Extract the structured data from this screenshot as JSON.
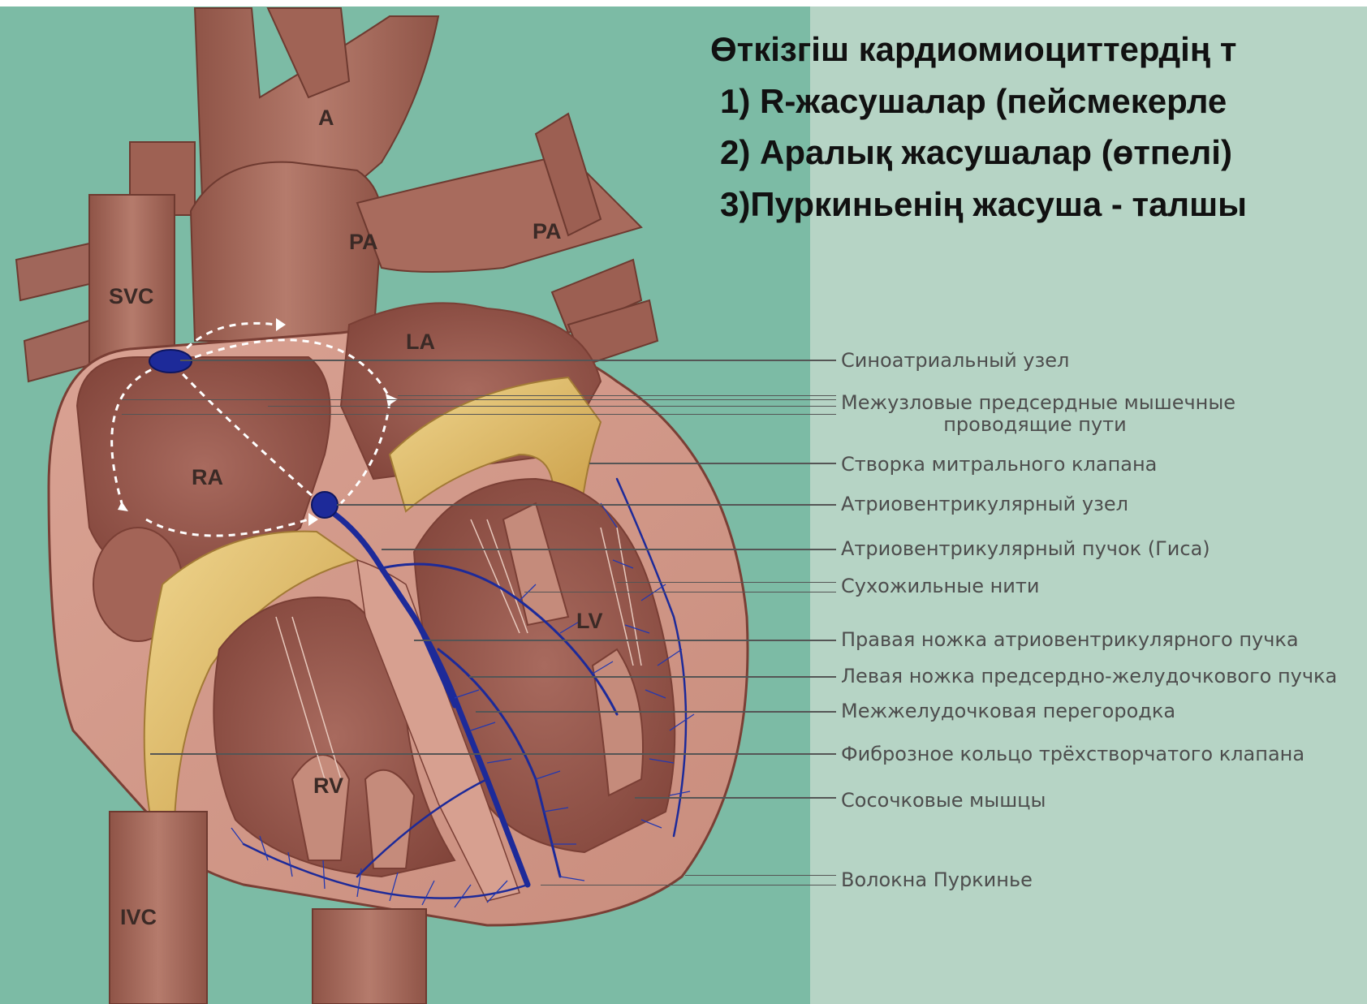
{
  "heading": {
    "line1": "Өткізгіш кардиомиоциттердің т",
    "line2": "1) R-жасушалар (пейсмекерле",
    "line3": "2) Аралық жасушалар (өтпелі)",
    "line4": "3)Пуркиньенің жасуша - талшы"
  },
  "chambers": {
    "a": "A",
    "pa_left": "PA",
    "pa_right": "PA",
    "svc": "SVC",
    "la": "LA",
    "ra": "RA",
    "lv": "LV",
    "rv": "RV",
    "ivc": "IVC"
  },
  "labels": {
    "sa_node": "Синоатриальный узел",
    "internodal_1": "Межузловые предсердные мышечные",
    "internodal_2": "проводящие пути",
    "mitral_cusp": "Створка митрального клапана",
    "av_node": "Атриовентрикулярный узел",
    "his_bundle": "Атриовентрикулярный пучок (Гиса)",
    "chordae": "Сухожильные нити",
    "right_branch": "Правая ножка атриовентрикулярного пучка",
    "left_branch": "Левая ножка предсердно-желудочкового пучка",
    "septum": "Межжелудочковая перегородка",
    "tricuspid_ring": "Фиброзное кольцо трёхстворчатого клапана",
    "papillary": "Сосочковые мышцы",
    "purkinje": "Волокна Пуркинье"
  },
  "colors": {
    "background_left": "#7cbba5",
    "background_right": "#b6d4c5",
    "heart_muscle": "#a8695c",
    "heart_wall_light": "#d99f8f",
    "chamber_dark": "#8e4d43",
    "valve_yellow": "#e3c275",
    "conduction_blue": "#1d2a99"
  }
}
